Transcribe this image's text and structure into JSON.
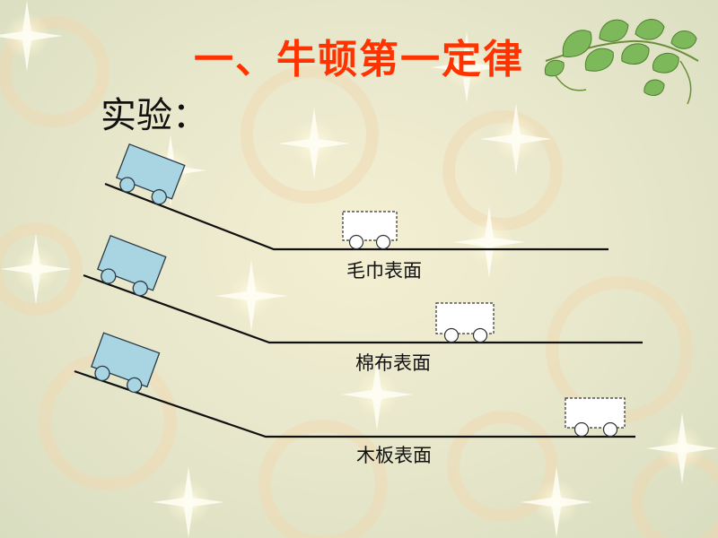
{
  "slide": {
    "title": "一、牛顿第一定律",
    "subtitle": "实验：",
    "colors": {
      "title": "#ff3300",
      "cart_fill": "#a9d5e3",
      "cart_stroke": "#2a3a46",
      "track": "#111111",
      "leaf": "#7db85a"
    }
  },
  "diagram": {
    "surfaces": [
      {
        "label": "毛巾表面"
      },
      {
        "label": "棉布表面"
      },
      {
        "label": "木板表面"
      }
    ]
  }
}
